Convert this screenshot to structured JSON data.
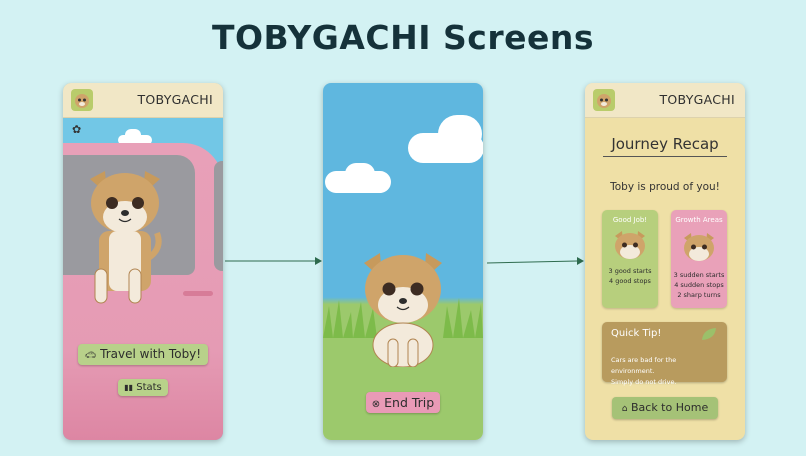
{
  "title": "TOBYGACHI Screens",
  "screen1": {
    "app_name": "TOBYGACHI",
    "travel_label": "Travel with Toby!",
    "stats_label": "Stats"
  },
  "screen2": {
    "end_trip_label": "End Trip"
  },
  "screen3": {
    "app_name": "TOBYGACHI",
    "recap_title": "Journey Recap",
    "proud_text": "Toby is proud of you!",
    "good_card": {
      "title": "Good Job!",
      "lines": [
        "3 good starts",
        "4 good stops"
      ]
    },
    "growth_card": {
      "title": "Growth Areas",
      "lines": [
        "3 sudden starts",
        "4 sudden stops",
        "2 sharp turns"
      ]
    },
    "tip": {
      "title": "Quick Tip!",
      "line1": "Cars are bad for the environment.",
      "line2": "Simply do not drive."
    },
    "home_label": "Back to Home"
  },
  "colors": {
    "background": "#d3f2f3",
    "primary_button": "#b8d18a",
    "end_button": "#e99ab6",
    "car": "#e59bb4",
    "tip_card": "#b89b5e"
  },
  "icons": [
    "car-icon",
    "bar-chart-icon",
    "gear-icon",
    "stop-circle-icon",
    "home-icon",
    "leaf-icon",
    "arrow-right-icon"
  ]
}
